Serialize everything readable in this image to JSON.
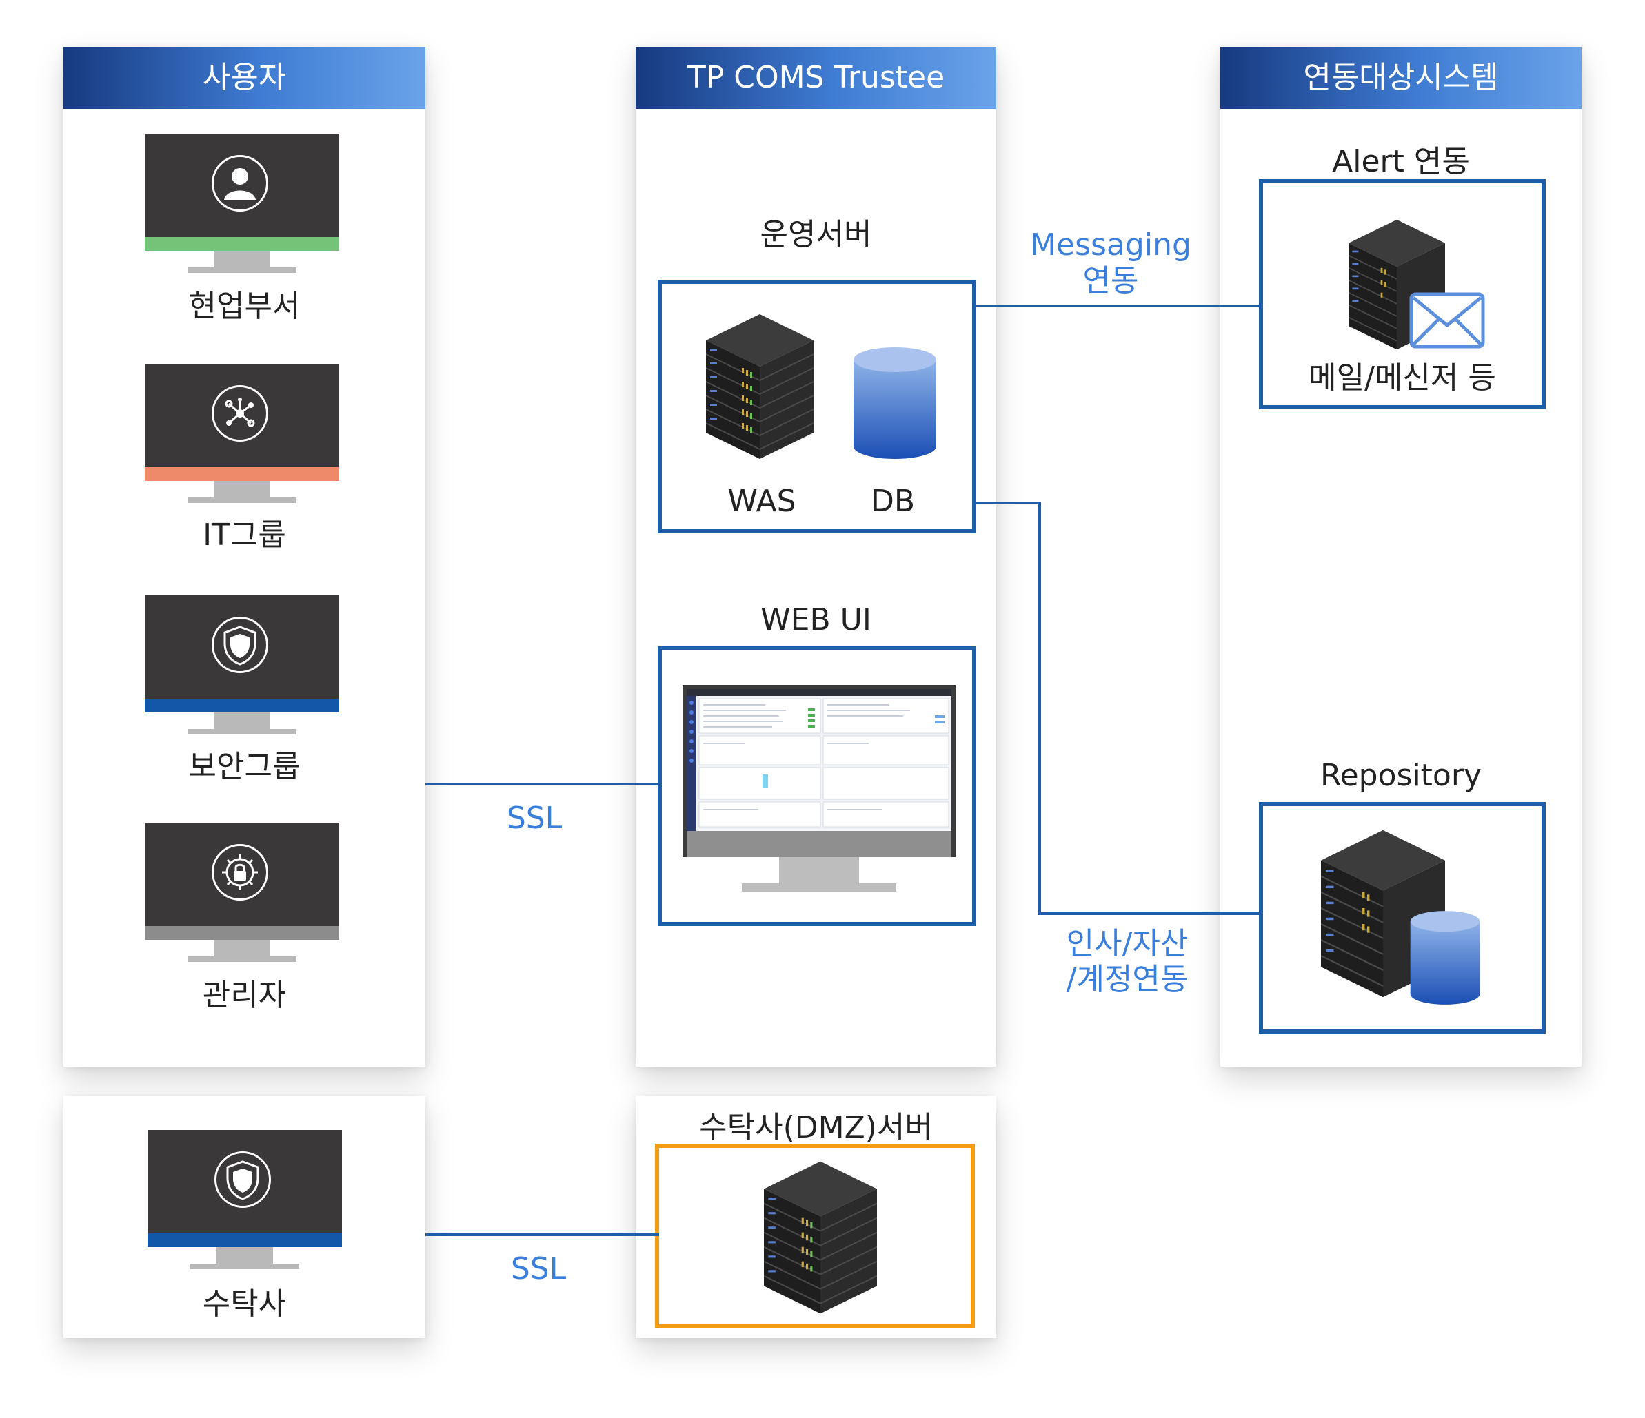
{
  "headers": {
    "users": "사용자",
    "trustee": "TP COMS Trustee",
    "systems": "연동대상시스템"
  },
  "users": [
    {
      "label": "현업부서",
      "icon": "user-icon",
      "strip_color": "#75c379"
    },
    {
      "label": "IT그룹",
      "icon": "network-icon",
      "strip_color": "#ee8a6a"
    },
    {
      "label": "보안그룹",
      "icon": "shield-icon",
      "strip_color": "#1257a8"
    },
    {
      "label": "관리자",
      "icon": "gear-lock-icon",
      "strip_color": "#8c8c8c"
    }
  ],
  "contractor": {
    "label": "수탁사",
    "icon": "shield-icon",
    "strip_color": "#1257a8"
  },
  "trustee": {
    "ops_server_title": "운영서버",
    "was_label": "WAS",
    "db_label": "DB",
    "web_ui_title": "WEB UI"
  },
  "dmz": {
    "title": "수탁사(DMZ)서버"
  },
  "systems": {
    "alert_title": "Alert 연동",
    "alert_caption": "메일/메신저 등",
    "repository_title": "Repository"
  },
  "links": {
    "messaging_line1": "Messaging",
    "messaging_line2": "연동",
    "ssl_top": "SSL",
    "ssl_bottom": "SSL",
    "hr_line1": "인사/자산",
    "hr_line2": "/계정연동"
  },
  "colors": {
    "header_dark": "#173a80",
    "header_light": "#6aa3e9",
    "box_border": "#1f5fa9",
    "dmz_border": "#f39c12",
    "link_text": "#3a7fdc"
  }
}
